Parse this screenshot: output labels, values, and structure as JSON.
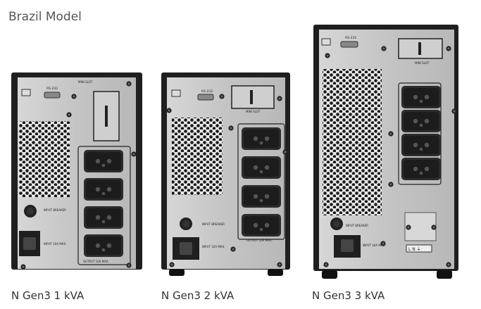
{
  "page": {
    "title": "Brazil Model"
  },
  "models": [
    {
      "caption": "N Gen3 1 kVA",
      "labels": {
        "rs232": "RS-232",
        "mini_slot": "MINI SLOT",
        "input_breaker": "INPUT BREAKER",
        "input": "INPUT 10A MAX.",
        "output": "OUTPUT 10A MAX."
      },
      "outlets": 4
    },
    {
      "caption": "N Gen3 2 kVA",
      "labels": {
        "rs232": "RS-232",
        "mini_slot": "MINI SLOT",
        "input_breaker": "INPUT BREAKER",
        "input": "INPUT 10A MAX.",
        "output": "OUTPUT 10A MAX."
      },
      "outlets": 4
    },
    {
      "caption": "N Gen3 3 kVA",
      "labels": {
        "rs232": "RS-232",
        "mini_slot": "MINI SLOT",
        "input_breaker": "INPUT BREAKER",
        "input": "INPUT 16A MAX.",
        "terminal": "L N ⏚"
      },
      "outlets": 4
    }
  ],
  "colors": {
    "chassis": "#1f1f1f",
    "panel": "#c9c9c9",
    "outlet": "#2a2a2a"
  }
}
